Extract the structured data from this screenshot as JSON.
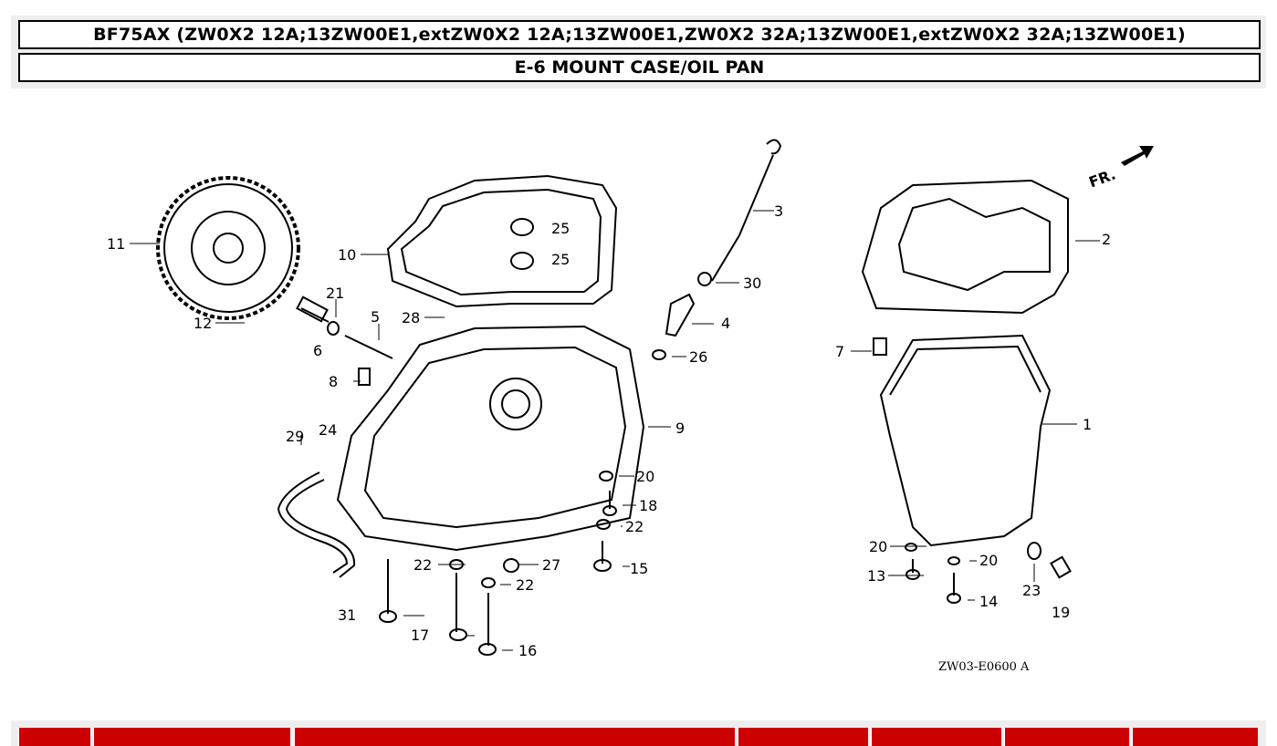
{
  "header": {
    "model_title": "BF75AX (ZW0X2 12A;13ZW00E1,extZW0X2 12A;13ZW00E1,ZW0X2 32A;13ZW00E1,extZW0X2 32A;13ZW00E1)",
    "section_title": "E-6 MOUNT CASE/OIL PAN"
  },
  "diagram": {
    "fr_label": "FR.",
    "drawing_code": "ZW03-E0600 A",
    "callouts": {
      "n1": "1",
      "n2": "2",
      "n3": "3",
      "n4": "4",
      "n5": "5",
      "n6": "6",
      "n7": "7",
      "n8": "8",
      "n9": "9",
      "n10": "10",
      "n11": "11",
      "n12": "12",
      "n13": "13",
      "n14": "14",
      "n15": "15",
      "n16": "16",
      "n17": "17",
      "n18": "18",
      "n19": "19",
      "n20a": "20",
      "n20b": "20",
      "n20c": "20",
      "n21": "21",
      "n22a": "22",
      "n22b": "22",
      "n22c": "22",
      "n23": "23",
      "n24": "24",
      "n25a": "25",
      "n25b": "25",
      "n26": "26",
      "n27": "27",
      "n28": "28",
      "n29": "29",
      "n30": "30",
      "n31": "31"
    }
  },
  "colors": {
    "tab_bar": "#cc0000",
    "header_bg": "#eeeeee"
  }
}
